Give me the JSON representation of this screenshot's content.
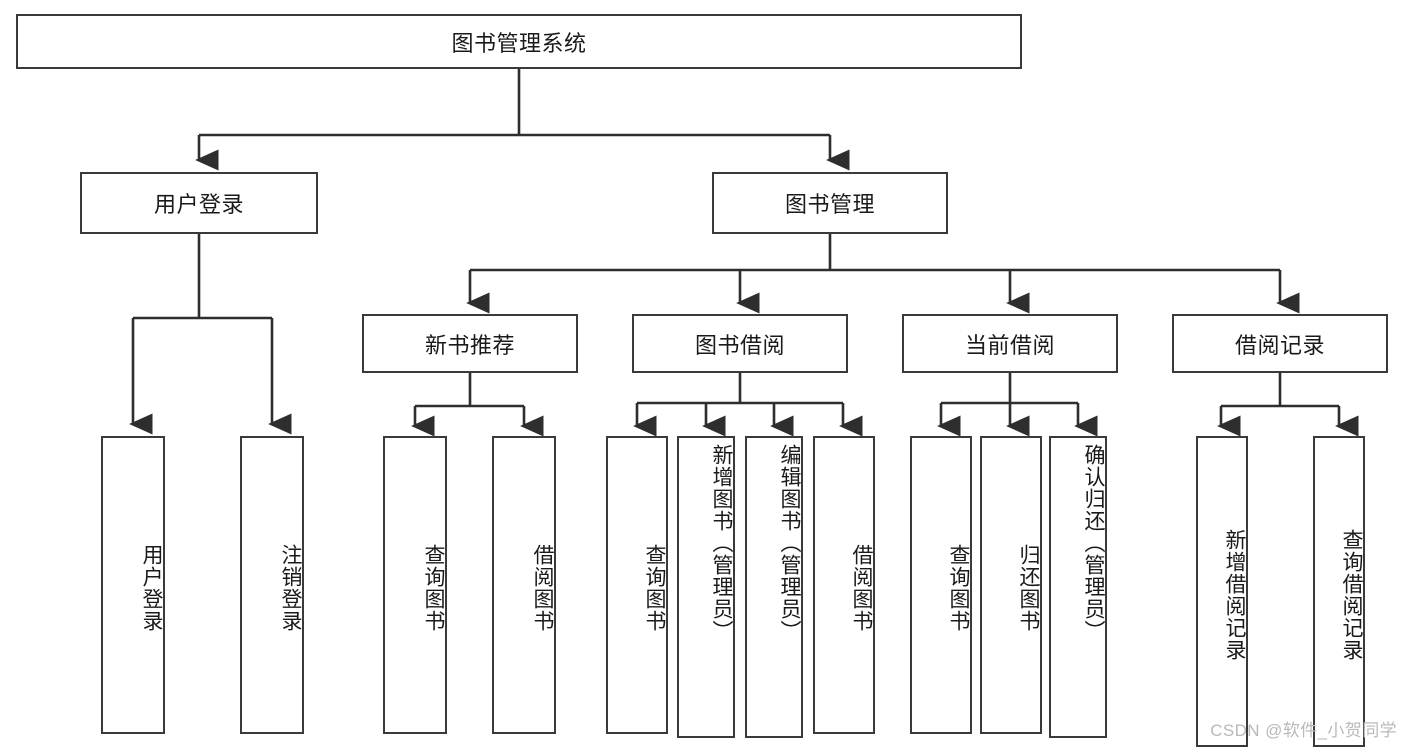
{
  "diagram": {
    "title": "图书管理系统",
    "type": "functional-structure-tree",
    "watermark": "CSDN @软件_小贺同学",
    "colors": {
      "box_border": "#3a3a3a",
      "box_fill": "#ffffff",
      "edge": "#2e2e2e",
      "text": "#1a1a1a",
      "watermark": "#b9b9b9",
      "background": "#ffffff"
    },
    "root": {
      "label": "图书管理系统"
    },
    "level2": [
      {
        "label": "用户登录"
      },
      {
        "label": "图书管理"
      }
    ],
    "level3": [
      {
        "label": "新书推荐"
      },
      {
        "label": "图书借阅"
      },
      {
        "label": "当前借阅"
      },
      {
        "label": "借阅记录"
      }
    ],
    "leaves": {
      "user_login": [
        {
          "label": "用户登录"
        },
        {
          "label": "注销登录"
        }
      ],
      "new_book_recommend": [
        {
          "label": "查询图书"
        },
        {
          "label": "借阅图书"
        }
      ],
      "book_borrow": [
        {
          "label": "查询图书"
        },
        {
          "label": "新增图书（管理员）"
        },
        {
          "label": "编辑图书（管理员）"
        },
        {
          "label": "借阅图书"
        }
      ],
      "current_borrow": [
        {
          "label": "查询图书"
        },
        {
          "label": "归还图书"
        },
        {
          "label": "确认归还（管理员）"
        }
      ],
      "borrow_record": [
        {
          "label": "新增借阅记录"
        },
        {
          "label": "查询借阅记录"
        }
      ]
    }
  }
}
